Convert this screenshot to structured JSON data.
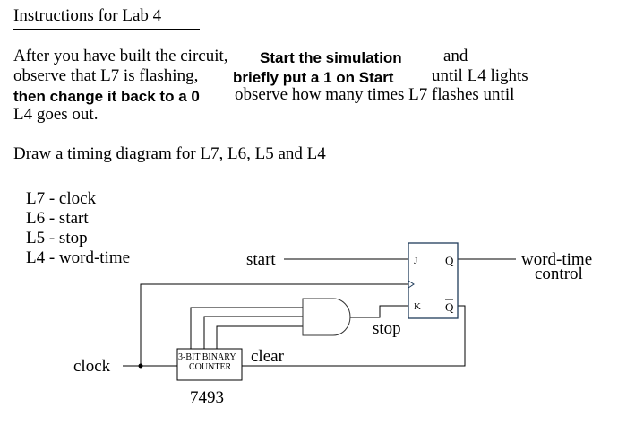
{
  "title": "Instructions for Lab 4",
  "instructions": {
    "line1_a": "After you have built the circuit,",
    "line1_bold": "Start the simulation",
    "line1_b": "and",
    "line2_a": "observe that L7 is flashing,",
    "line2_bold": "briefly put a 1 on Start",
    "line2_b": "until L4  lights",
    "line3_bold": "then change it back to a 0",
    "line3_b": "observe how many times L7 flashes until",
    "line4": "L4 goes out.",
    "timing": "Draw a timing diagram for L7, L6, L5 and L4"
  },
  "legend": [
    {
      "label": "L7 - clock"
    },
    {
      "label": "L6 -  start"
    },
    {
      "label": "L5 -  stop"
    },
    {
      "label": "L4 -  word-time"
    }
  ],
  "circuit": {
    "start_label": "start",
    "clock_label": "clock",
    "clear_label": "clear",
    "stop_label": "stop",
    "output_label_1": "word-time",
    "output_label_2": "control",
    "counter_line1": "3-BIT BINARY",
    "counter_line2": "COUNTER",
    "counter_part": "7493",
    "ff_j": "J",
    "ff_k": "K",
    "ff_q": "Q",
    "ff_qbar": "Q",
    "ff_color": "#1f3b5a"
  }
}
